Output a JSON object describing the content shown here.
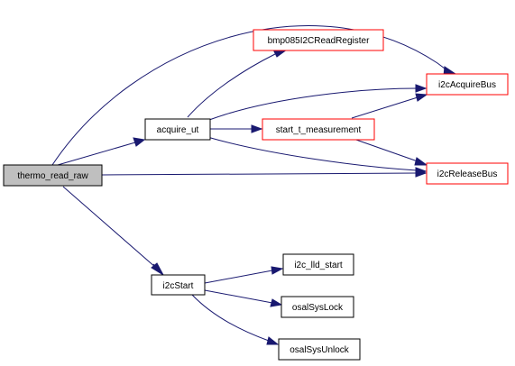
{
  "diagram": {
    "type": "call-graph",
    "colors": {
      "edge": "#191970",
      "root_fill": "#bfbfbf",
      "node_border": "#000000",
      "truncated_border": "#ff0000",
      "node_fill": "#ffffff"
    },
    "nodes": {
      "thermo_read_raw": {
        "label": "thermo_read_raw",
        "kind": "root"
      },
      "acquire_ut": {
        "label": "acquire_ut",
        "kind": "normal"
      },
      "bmp085I2CReadRegister": {
        "label": "bmp085I2CReadRegister",
        "kind": "truncated"
      },
      "start_t_measurement": {
        "label": "start_t_measurement",
        "kind": "truncated"
      },
      "i2cAcquireBus": {
        "label": "i2cAcquireBus",
        "kind": "truncated"
      },
      "i2cReleaseBus": {
        "label": "i2cReleaseBus",
        "kind": "truncated"
      },
      "i2cStart": {
        "label": "i2cStart",
        "kind": "normal"
      },
      "i2c_lld_start": {
        "label": "i2c_lld_start",
        "kind": "normal"
      },
      "osalSysLock": {
        "label": "osalSysLock",
        "kind": "normal"
      },
      "osalSysUnlock": {
        "label": "osalSysUnlock",
        "kind": "normal"
      }
    },
    "edges": [
      {
        "from": "thermo_read_raw",
        "to": "acquire_ut"
      },
      {
        "from": "thermo_read_raw",
        "to": "i2cAcquireBus"
      },
      {
        "from": "thermo_read_raw",
        "to": "i2cReleaseBus"
      },
      {
        "from": "thermo_read_raw",
        "to": "i2cStart"
      },
      {
        "from": "acquire_ut",
        "to": "bmp085I2CReadRegister"
      },
      {
        "from": "acquire_ut",
        "to": "i2cAcquireBus"
      },
      {
        "from": "acquire_ut",
        "to": "start_t_measurement"
      },
      {
        "from": "acquire_ut",
        "to": "i2cReleaseBus"
      },
      {
        "from": "start_t_measurement",
        "to": "i2cAcquireBus"
      },
      {
        "from": "start_t_measurement",
        "to": "i2cReleaseBus"
      },
      {
        "from": "i2cStart",
        "to": "i2c_lld_start"
      },
      {
        "from": "i2cStart",
        "to": "osalSysLock"
      },
      {
        "from": "i2cStart",
        "to": "osalSysUnlock"
      }
    ]
  }
}
